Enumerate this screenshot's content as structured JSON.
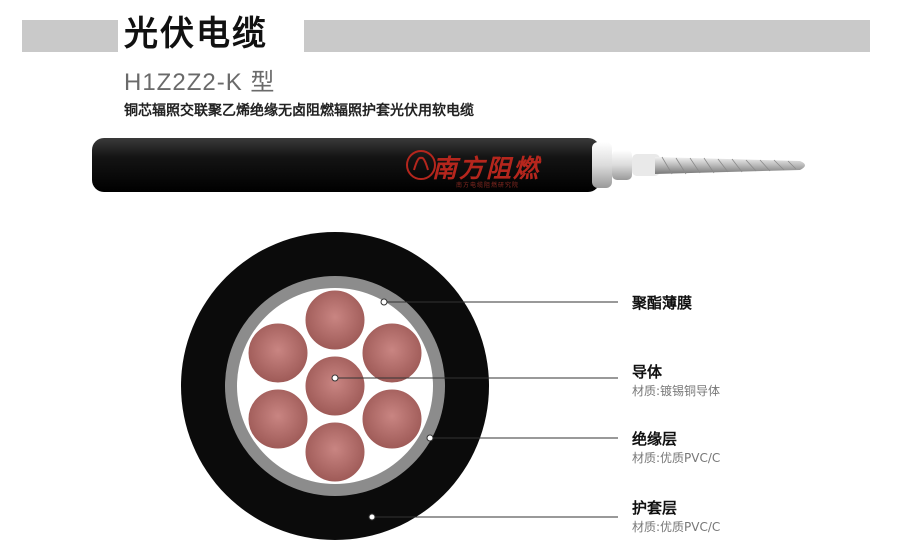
{
  "header": {
    "title": "光伏电缆",
    "model": "H1Z2Z2-K 型",
    "description": "铜芯辐照交联聚乙烯绝缘无卤阻燃辐照护套光伏用软电缆"
  },
  "cable_print": {
    "brand": "南方阻燃",
    "brand_subtitle": "南方电缆阻燃研究院"
  },
  "callouts": [
    {
      "label": "聚酯薄膜",
      "material": ""
    },
    {
      "label": "导体",
      "material": "材质:镀锡铜导体"
    },
    {
      "label": "绝缘层",
      "material": "材质:优质PVC/C"
    },
    {
      "label": "护套层",
      "material": "材质:优质PVC/C"
    }
  ],
  "colors": {
    "sheath": "#0b0b0b",
    "insulation": "#8c8c8c",
    "copper": "#b06a66",
    "brand_red": "#b5261d"
  }
}
